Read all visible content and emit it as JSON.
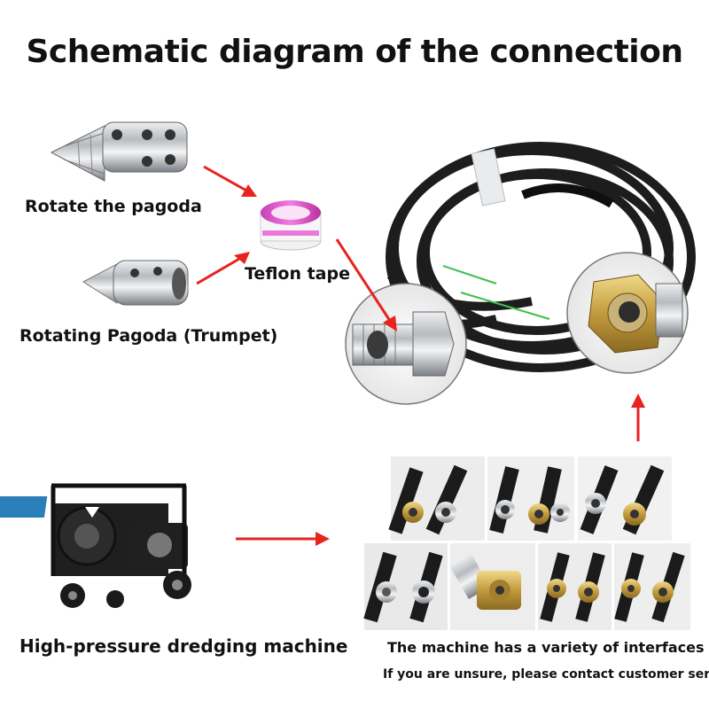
{
  "title": "Schematic diagram of the connection",
  "labels": {
    "pagoda": "Rotate the pagoda",
    "teflon": "Teflon tape",
    "trumpet": "Rotating Pagoda (Trumpet)",
    "machine": "High-pressure dredging machine",
    "interfaces": "The machine has a variety of interfaces",
    "contact": "If you are unsure, please contact customer service"
  },
  "colors": {
    "arrow": "#e8231f",
    "hose": "#1d1d1d",
    "metal": "#b9bcbf",
    "brass": "#c9a34a",
    "tape": "#e64bd3",
    "machine_blue": "#2a7fb8"
  }
}
